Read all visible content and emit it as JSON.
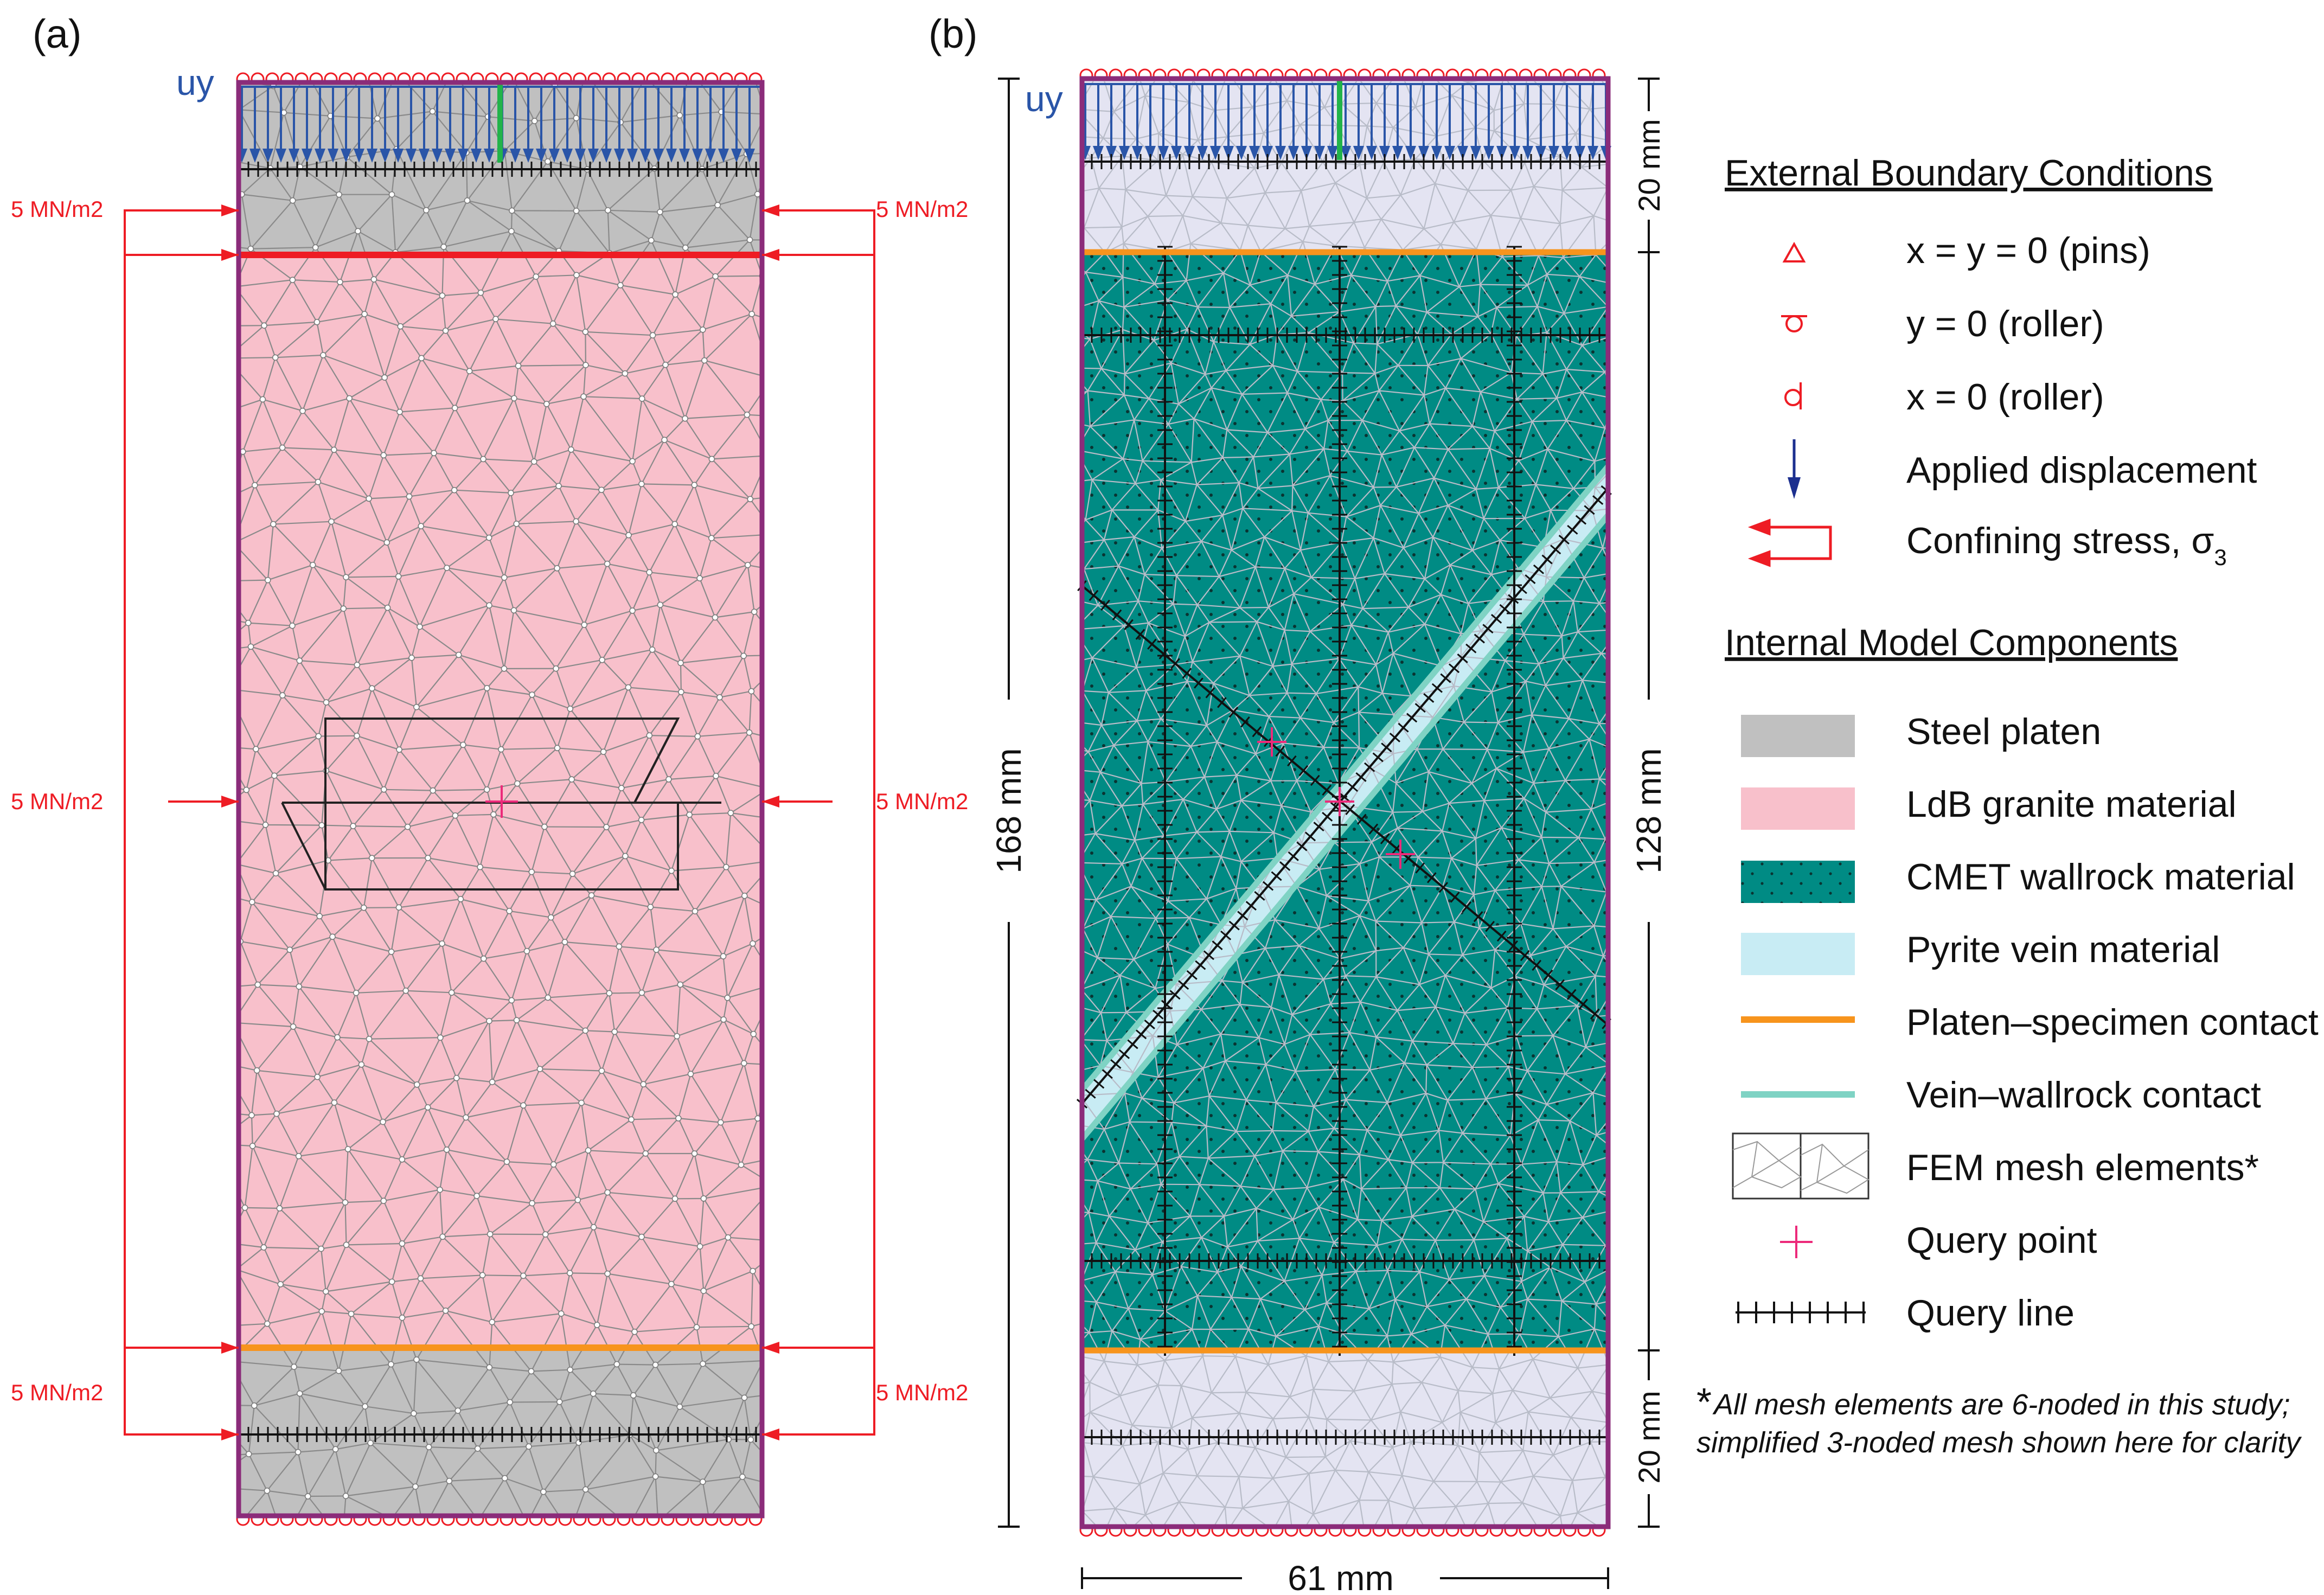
{
  "panels": {
    "a": {
      "label": "(a)",
      "load_label": "uy",
      "confining_labels": [
        "5 MN/m2",
        "5 MN/m2",
        "5 MN/m2",
        "5 MN/m2",
        "5 MN/m2",
        "5 MN/m2"
      ]
    },
    "b": {
      "label": "(b)",
      "load_label": "uy",
      "dim_total": "168 mm",
      "dim_top": "20 mm",
      "dim_mid": "128 mm",
      "dim_bottom": "20 mm",
      "dim_width": "61 mm"
    }
  },
  "legend": {
    "external_title": "External Boundary Conditions",
    "external_items": [
      {
        "icon": "pin-icon",
        "label": "x = y = 0 (pins)"
      },
      {
        "icon": "roller-y-icon",
        "label": "y = 0 (roller)"
      },
      {
        "icon": "roller-x-icon",
        "label": "x = 0 (roller)"
      },
      {
        "icon": "displacement-arrow-icon",
        "label": "Applied displacement"
      },
      {
        "icon": "confining-stress-icon",
        "label": "Confining stress, σ",
        "subscript": "3"
      }
    ],
    "internal_title": "Internal Model Components",
    "internal_items": [
      {
        "icon": "steel-swatch",
        "label": "Steel platen"
      },
      {
        "icon": "granite-swatch",
        "label": "LdB granite material"
      },
      {
        "icon": "wallrock-swatch",
        "label": "CMET wallrock material"
      },
      {
        "icon": "vein-swatch",
        "label": "Pyrite vein material"
      },
      {
        "icon": "platen-contact-line",
        "label": "Platen–specimen contact"
      },
      {
        "icon": "vein-contact-line",
        "label": "Vein–wallrock contact"
      },
      {
        "icon": "mesh-icon",
        "label": "FEM mesh elements*"
      },
      {
        "icon": "query-point-icon",
        "label": "Query point"
      },
      {
        "icon": "query-line-icon",
        "label": "Query line"
      }
    ],
    "footnote_star": "*",
    "footnote_line1": "All mesh elements are 6-noded in this study;",
    "footnote_line2": "simplified 3-noded mesh shown here for clarity"
  },
  "colors": {
    "steel": "#c0c0c0",
    "granite": "#f8c0cb",
    "wallrock": "#008b84",
    "vein": "#c8ecf4",
    "platen_light": "#e4e4f2",
    "frame": "#8b2c7a",
    "confining": "#ee1c24",
    "displacement": "#2a55a8",
    "platen_contact": "#f7941d",
    "vein_contact": "#7fd3c4",
    "query_point": "#ec2a7a",
    "mesh": "#8a8a8a"
  }
}
